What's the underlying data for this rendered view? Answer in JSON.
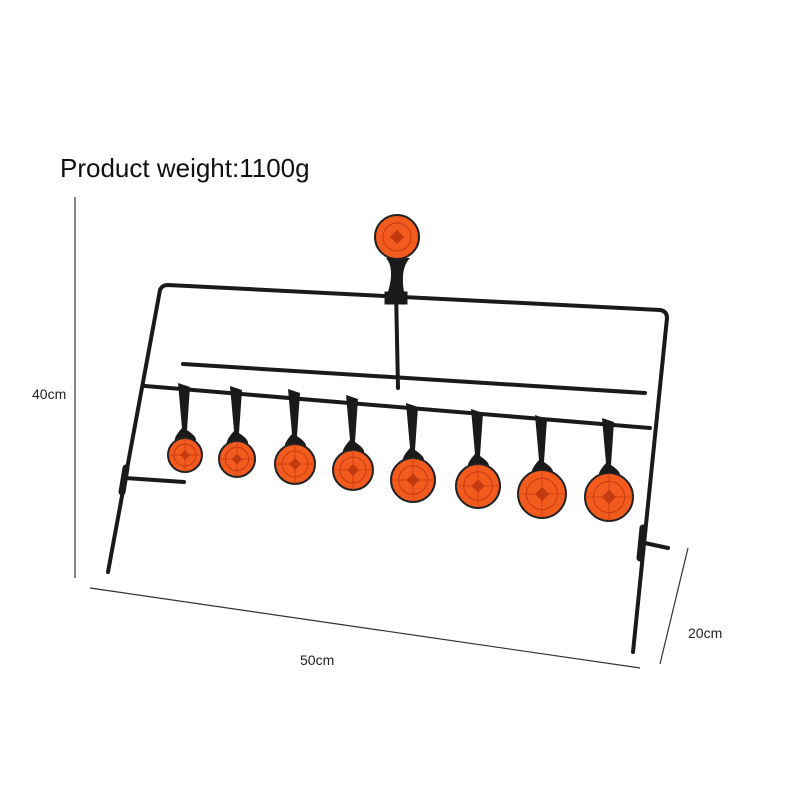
{
  "product": {
    "weight_label": "Product weight:1100g"
  },
  "dimensions": {
    "height": "40cm",
    "width": "50cm",
    "depth": "20cm"
  },
  "colors": {
    "target_orange": "#f25a1e",
    "target_ring": "#c43a10",
    "frame_black": "#1a1a1a",
    "background": "#ffffff"
  },
  "targets": {
    "top_count": 1,
    "row_count": 8
  }
}
